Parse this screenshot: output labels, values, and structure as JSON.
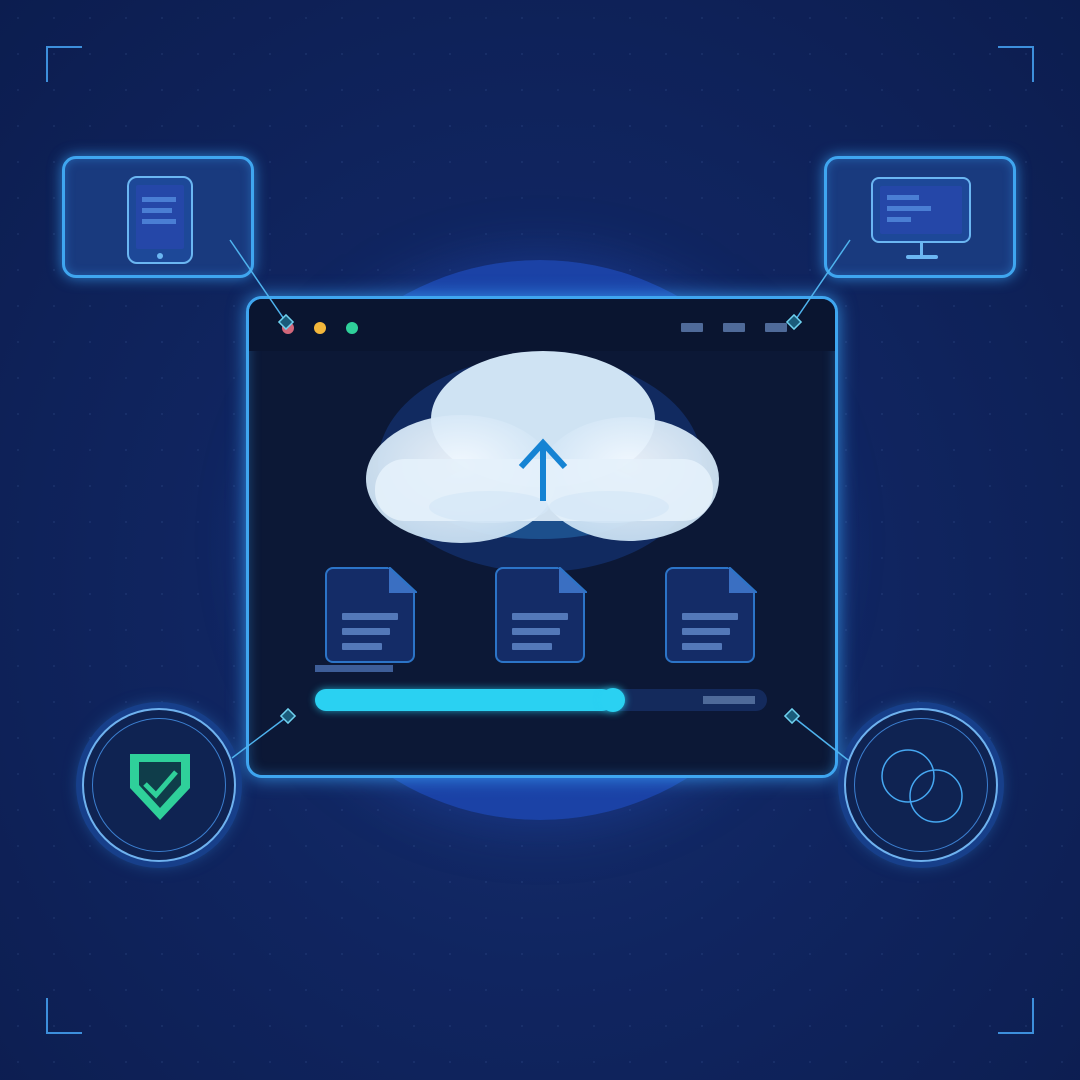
{
  "illustration": {
    "subject": "cloud-upload",
    "icons": {
      "cloud": "cloud-upload-icon",
      "tablet": "tablet-icon",
      "monitor": "monitor-icon",
      "shield": "shield-check-icon",
      "link": "linked-circles-icon",
      "document": "document-icon"
    },
    "window": {
      "controls": [
        "close",
        "minimize",
        "maximize"
      ]
    },
    "files": [
      {
        "icon": "document-icon"
      },
      {
        "icon": "document-icon"
      },
      {
        "icon": "document-icon"
      }
    ],
    "upload_progress": 0.66
  },
  "colors": {
    "background": "#0f2258",
    "accent": "#3fa6f0",
    "progress": "#2ad1f2",
    "close_dot": "#d2677a",
    "minimize_dot": "#f4b73b",
    "maximize_dot": "#2fd09a",
    "shield": "#2fd09a",
    "arrow": "#1583d3",
    "cloud": "#e4f1fb"
  }
}
